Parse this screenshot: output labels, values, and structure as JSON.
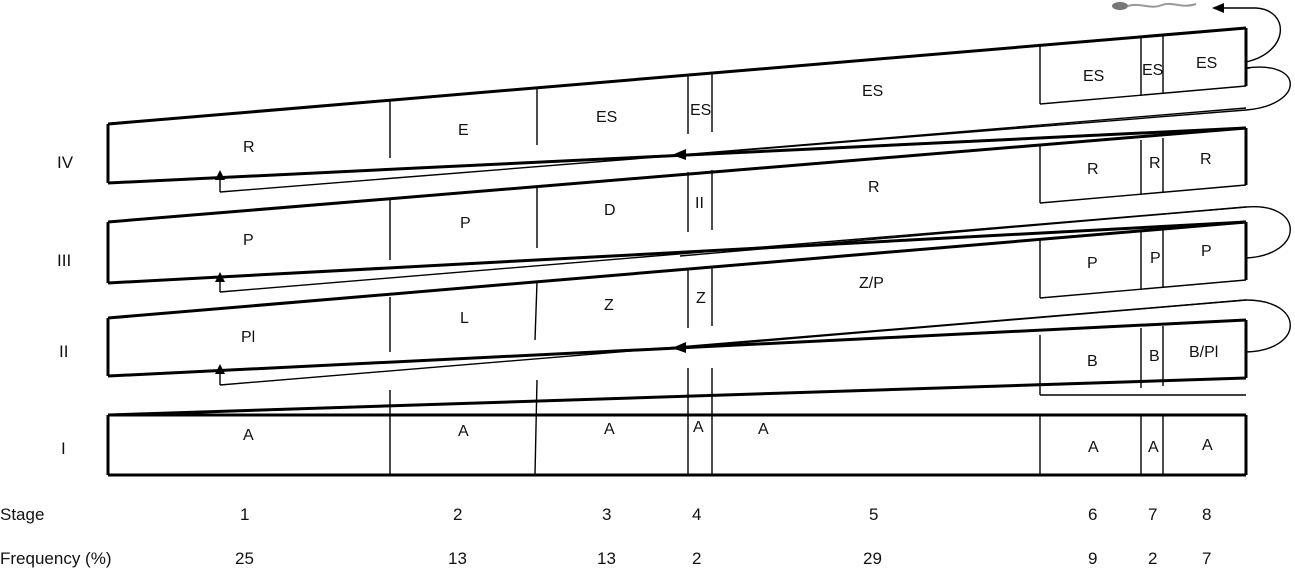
{
  "row_labels": [
    "IV",
    "III",
    "II",
    "I"
  ],
  "stage_label": "Stage",
  "frequency_label": "Frequency (%)",
  "stages": [
    "1",
    "2",
    "3",
    "4",
    "5",
    "6",
    "7",
    "8"
  ],
  "frequencies": [
    "25",
    "13",
    "13",
    "2",
    "29",
    "9",
    "2",
    "7"
  ],
  "rows": {
    "I": [
      "A",
      "A",
      "A",
      "A",
      "A",
      "A",
      "A",
      "A"
    ],
    "II": [
      "Pl",
      "L",
      "Z",
      "Z",
      "B",
      "B",
      "B/Pl"
    ],
    "III": [
      "P",
      "P",
      "D",
      "II",
      "Z/P",
      "P",
      "P",
      "P"
    ],
    "IV": [
      "R",
      "E",
      "ES",
      "ES",
      "ES",
      "ES",
      "ES",
      "ES"
    ],
    "IV_lower": [
      "R",
      "R",
      "R",
      "R"
    ]
  }
}
